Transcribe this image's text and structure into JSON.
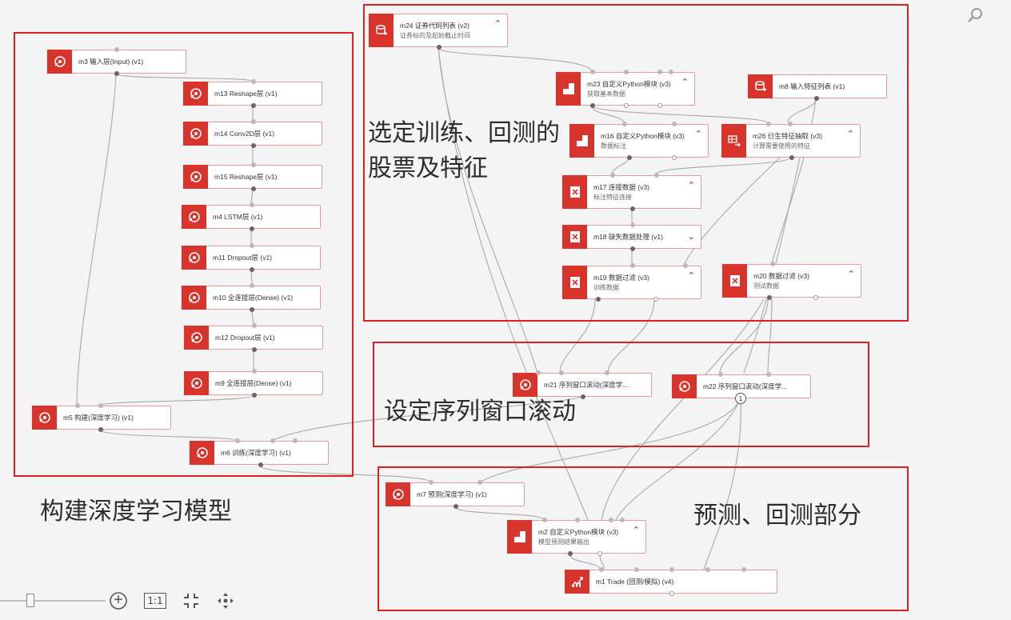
{
  "groups": [
    {
      "label": "构建深度学习模型"
    },
    {
      "label": "选定训练、回测的\n股票及特征"
    },
    {
      "label": "设定序列窗口滚动"
    },
    {
      "label": "预测、回测部分"
    }
  ],
  "nodes": {
    "m3": {
      "title": "m3 输入层(Input) (v1)",
      "icon": "deep-learning-icon"
    },
    "m13": {
      "title": "m13 Reshape层 (v1)",
      "icon": "deep-learning-icon"
    },
    "m14": {
      "title": "m14 Conv2D层 (v1)",
      "icon": "deep-learning-icon"
    },
    "m15": {
      "title": "m15 Reshape层 (v1)",
      "icon": "deep-learning-icon"
    },
    "m4": {
      "title": "m4 LSTM层 (v1)",
      "icon": "deep-learning-icon"
    },
    "m11": {
      "title": "m11 Dropout层 (v1)",
      "icon": "deep-learning-icon"
    },
    "m10": {
      "title": "m10 全连接层(Dense) (v1)",
      "icon": "deep-learning-icon"
    },
    "m12": {
      "title": "m12 Dropout层 (v1)",
      "icon": "deep-learning-icon"
    },
    "m9": {
      "title": "m9 全连接层(Dense) (v1)",
      "icon": "deep-learning-icon"
    },
    "m5": {
      "title": "m5 构建(深度学习) (v1)",
      "icon": "deep-learning-icon"
    },
    "m6": {
      "title": "m6 训练(深度学习) (v1)",
      "icon": "deep-learning-icon"
    },
    "m24": {
      "title": "m24 证券代码列表 (v2)",
      "sub": "证券标的及起始截止时间",
      "icon": "database-icon"
    },
    "m23": {
      "title": "m23 自定义Python模块 (v3)",
      "sub": "获取基本数据",
      "icon": "python-module-icon"
    },
    "m8": {
      "title": "m8 输入特征列表 (v1)",
      "icon": "database-icon"
    },
    "m16": {
      "title": "m16 自定义Python模块 (v3)",
      "sub": "数据标注",
      "icon": "python-module-icon"
    },
    "m26": {
      "title": "m26 衍生特征抽取 (v3)",
      "sub": "计算需要使用的特征",
      "icon": "feature-extract-icon"
    },
    "m17": {
      "title": "m17 连接数据 (v3)",
      "sub": "标注特征连接",
      "icon": "data-transform-icon"
    },
    "m18": {
      "title": "m18 缺失数据处理 (v1)",
      "icon": "data-transform-icon"
    },
    "m19": {
      "title": "m19 数据过滤 (v3)",
      "sub": "训练数据",
      "icon": "data-transform-icon"
    },
    "m20": {
      "title": "m20 数据过滤 (v3)",
      "sub": "测试数据",
      "icon": "data-transform-icon"
    },
    "m21": {
      "title": "m21 序列窗口滚动(深度学...",
      "icon": "deep-learning-icon"
    },
    "m22": {
      "title": "m22 序列窗口滚动(深度学...",
      "icon": "deep-learning-icon",
      "badge": "1"
    },
    "m7": {
      "title": "m7 预测(深度学习) (v1)",
      "icon": "deep-learning-icon"
    },
    "m2": {
      "title": "m2 自定义Python模块 (v3)",
      "sub": "模型预测结果输出",
      "icon": "python-module-icon"
    },
    "m1": {
      "title": "m1 Trade (回测/模拟) (v4)",
      "icon": "trade-chart-icon"
    }
  },
  "toolbar": {
    "zoom_in": "+",
    "fit_label": "1:1",
    "zoom_level": 0.27
  },
  "colors": {
    "accent": "#d9342b",
    "group_border": "#e02020",
    "node_border": "#e39a9a",
    "wire": "#a9a9a9"
  }
}
